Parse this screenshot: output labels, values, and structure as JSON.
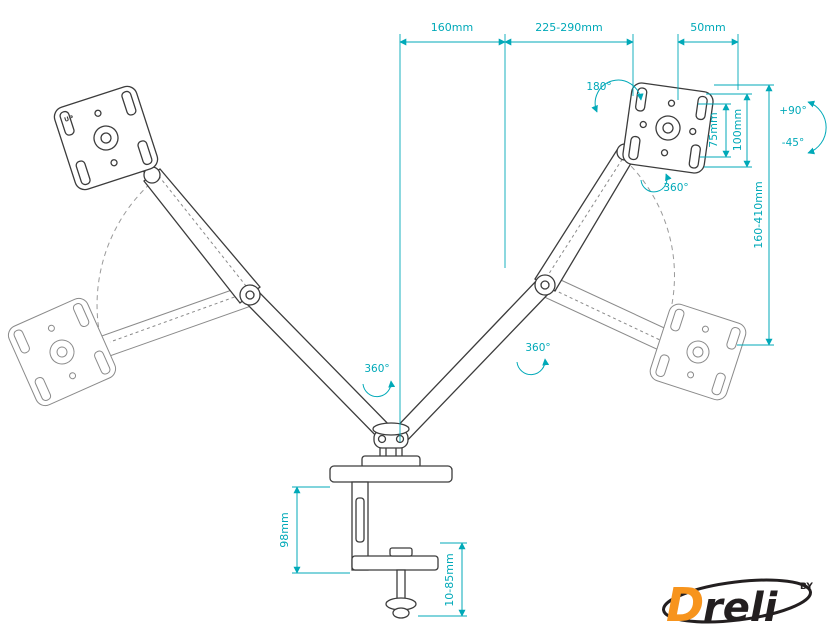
{
  "colors": {
    "dimension": "#00A9B8",
    "line": "#3C3C3C",
    "logo_orange": "#F7941D",
    "logo_black": "#231F20"
  },
  "dimensions": {
    "top": [
      {
        "label": "160mm"
      },
      {
        "label": "225-290mm"
      },
      {
        "label": "50mm"
      }
    ],
    "vesa_inner": "75mm",
    "vesa_outer": "100mm",
    "height_range": "160-410mm",
    "clamp_height": "98mm",
    "desk_thickness": "10-85mm"
  },
  "angles": {
    "head_swivel": "180°",
    "head_rotation": "360°",
    "left_arm_rotation": "360°",
    "right_arm_rotation": "360°",
    "tilt_up": "+90°",
    "tilt_down": "-45°"
  },
  "markings": {
    "up": "UP"
  },
  "logo": {
    "initial": "D",
    "rest": "reli",
    "by": "BY"
  }
}
